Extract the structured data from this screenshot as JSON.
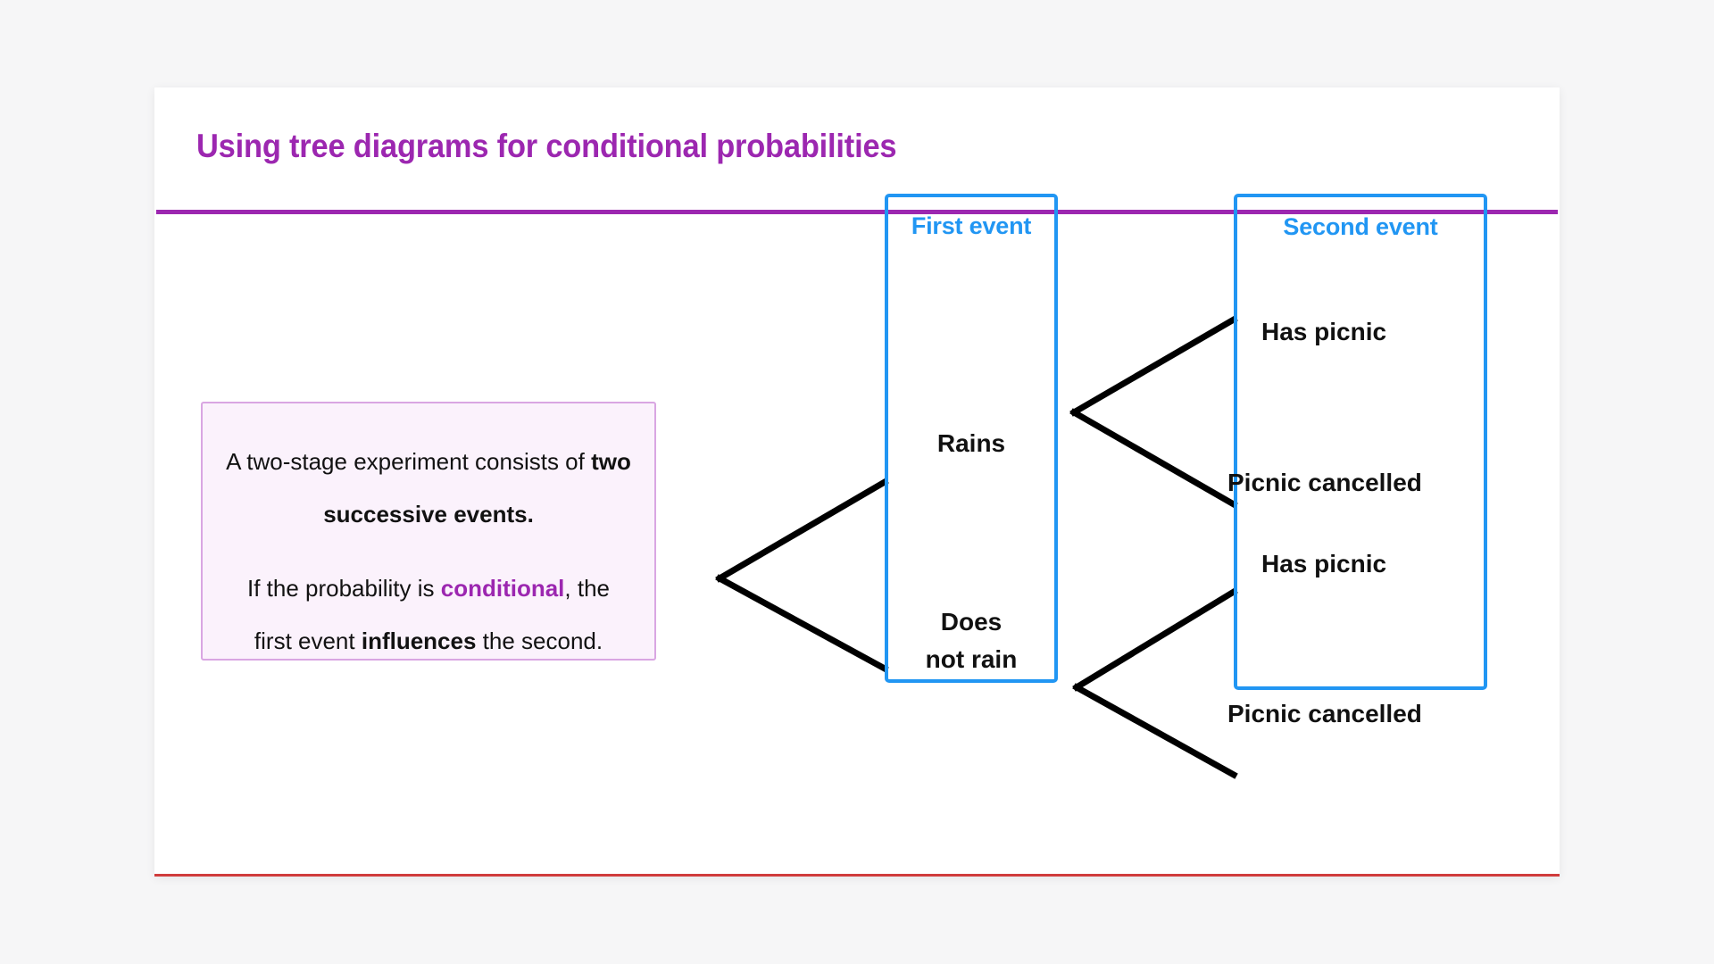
{
  "slide": {
    "title": "Using tree diagrams for conditional probabilities",
    "accent_purple": "#9c27b0",
    "accent_blue": "#2196f3",
    "bottom_rule_color": "#d03c3c",
    "page_background": "#f6f6f7",
    "card_background": "#ffffff"
  },
  "callout": {
    "background": "#fbf2fc",
    "border_color": "#d9a6e2",
    "paragraph_1": {
      "lead": "A two-stage experiment consists of ",
      "bold": "two successive events."
    },
    "paragraph_2": {
      "lead": "If the probability is ",
      "keyword": "conditional",
      "middle": ", the first event ",
      "bold": "influences",
      "tail": " the second."
    }
  },
  "tree": {
    "first_event": {
      "heading": "First event",
      "nodes": [
        {
          "id": "rains",
          "label": "Rains"
        },
        {
          "id": "does-not-rain",
          "label": "Does\nnot rain"
        }
      ]
    },
    "second_event": {
      "heading": "Second event",
      "nodes": [
        {
          "id": "has-picnic-1",
          "label": "Has picnic"
        },
        {
          "id": "picnic-cancelled-1",
          "label": "Picnic cancelled"
        },
        {
          "id": "has-picnic-2",
          "label": "Has picnic"
        },
        {
          "id": "picnic-cancelled-2",
          "label": "Picnic cancelled"
        }
      ]
    },
    "branch_color": "#000000"
  }
}
